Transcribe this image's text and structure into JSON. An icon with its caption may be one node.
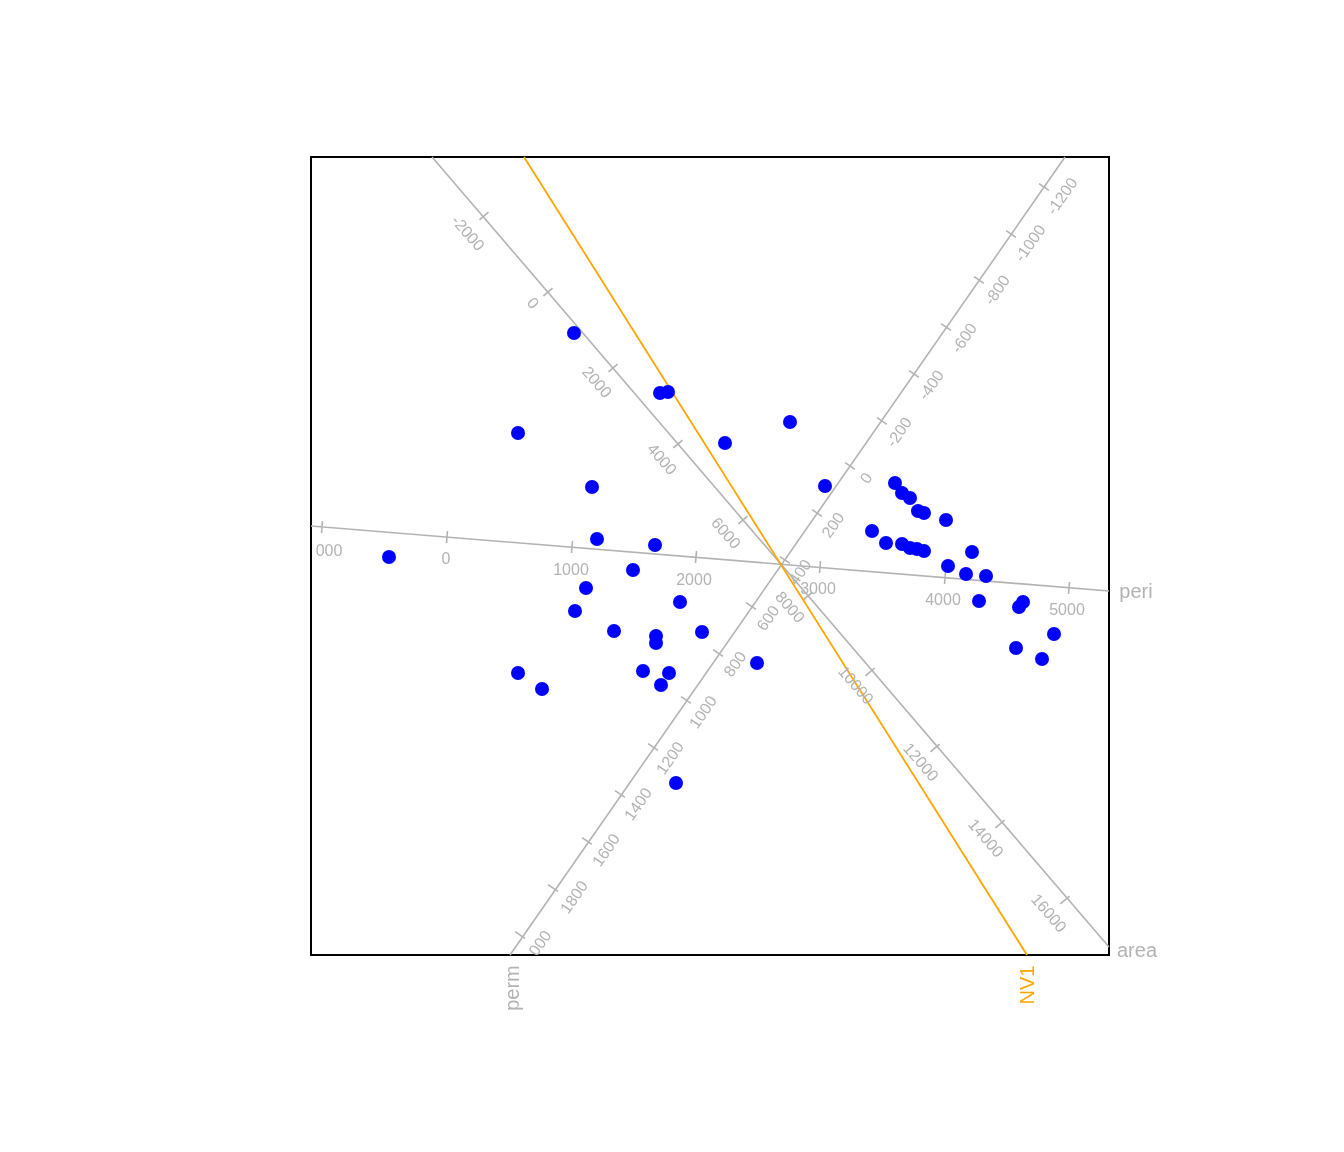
{
  "diagram": {
    "labels": [
      "-2000",
      "0",
      "2000",
      "4000",
      "6000",
      "8000",
      "10000",
      "12000",
      "14000",
      "16000",
      "000",
      "1800",
      "1600",
      "1400",
      "1200",
      "1000",
      "800",
      "600",
      "400",
      "200",
      "0",
      "-200",
      "-400",
      "-600",
      "-800",
      "-1000",
      "-1200",
      "000",
      "0",
      "1000",
      "2000",
      "3000",
      "4000",
      "5000",
      "peri",
      "area",
      "perm",
      "NV1"
    ]
  }
}
